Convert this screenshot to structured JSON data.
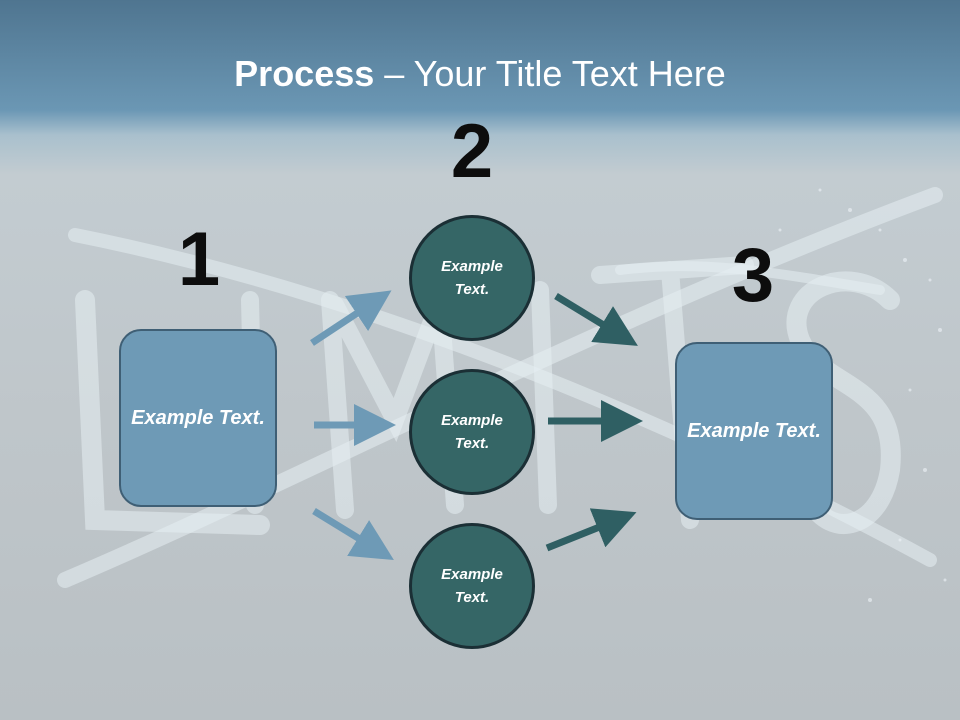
{
  "title": {
    "bold": "Process",
    "rest": " – Your Title Text Here"
  },
  "steps": [
    {
      "number": "1",
      "text": "Example Text."
    },
    {
      "number": "2",
      "text": "Example Text."
    },
    {
      "number": "3",
      "text": "Example Text."
    }
  ],
  "circles": [
    {
      "text": "Example Text."
    },
    {
      "text": "Example Text."
    },
    {
      "text": "Example Text."
    }
  ],
  "colors": {
    "left_arrows": "#6e9ab6",
    "right_arrows": "#2f5f63",
    "circle_fill": "#356666",
    "box_fill": "#6e9ab6"
  }
}
